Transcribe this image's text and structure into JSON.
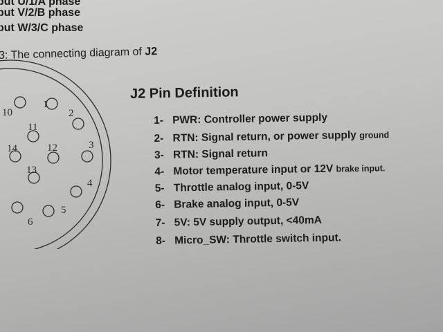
{
  "top_lines": [
    "put U/1/A phase",
    "put V/2/B phase",
    "put W/3/C phase"
  ],
  "caption": {
    "prefix": "3: The connecting diagram of ",
    "ref": "J2"
  },
  "diagram": {
    "pins": [
      {
        "label": "1"
      },
      {
        "label": "2"
      },
      {
        "label": "3"
      },
      {
        "label": "4"
      },
      {
        "label": "5"
      },
      {
        "label": "6"
      },
      {
        "label": "10"
      },
      {
        "label": "11"
      },
      {
        "label": "12"
      },
      {
        "label": "13"
      },
      {
        "label": "14"
      }
    ]
  },
  "heading": "J2 Pin Definition",
  "pin_definitions": [
    {
      "num": "1-",
      "text": "PWR: Controller power supply",
      "small": ""
    },
    {
      "num": "2-",
      "text": "RTN: Signal return, or power supply ",
      "small": "ground"
    },
    {
      "num": "3-",
      "text": "RTN: Signal return",
      "small": ""
    },
    {
      "num": "4-",
      "text": "Motor temperature input or 12V ",
      "small": "brake input."
    },
    {
      "num": "5-",
      "text": "Throttle analog input, 0-5V",
      "small": ""
    },
    {
      "num": "6-",
      "text": "Brake analog input, 0-5V",
      "small": ""
    },
    {
      "num": "7-",
      "text": "5V: 5V supply output, <40mA",
      "small": ""
    },
    {
      "num": "8-",
      "text": "Micro_SW: Throttle switch input.",
      "small": ""
    }
  ]
}
